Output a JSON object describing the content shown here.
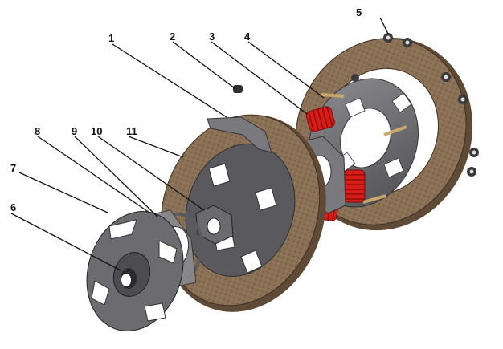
{
  "figure": {
    "callouts": [
      {
        "id": "1",
        "label": "1"
      },
      {
        "id": "2",
        "label": "2"
      },
      {
        "id": "3",
        "label": "3"
      },
      {
        "id": "4",
        "label": "4"
      },
      {
        "id": "5",
        "label": "5"
      },
      {
        "id": "6",
        "label": "6"
      },
      {
        "id": "7",
        "label": "7"
      },
      {
        "id": "8",
        "label": "8"
      },
      {
        "id": "9",
        "label": "9"
      },
      {
        "id": "10",
        "label": "10"
      },
      {
        "id": "11",
        "label": "11"
      }
    ],
    "colors": {
      "friction": "#8a7155",
      "friction_dark": "#5e4a36",
      "steel": "#6f6f72",
      "steel_dark": "#48484b",
      "steel_light": "#a6a6aa",
      "spring": "#e0201c",
      "spring_dark": "#8c0c0a",
      "leader": "#111111"
    }
  }
}
